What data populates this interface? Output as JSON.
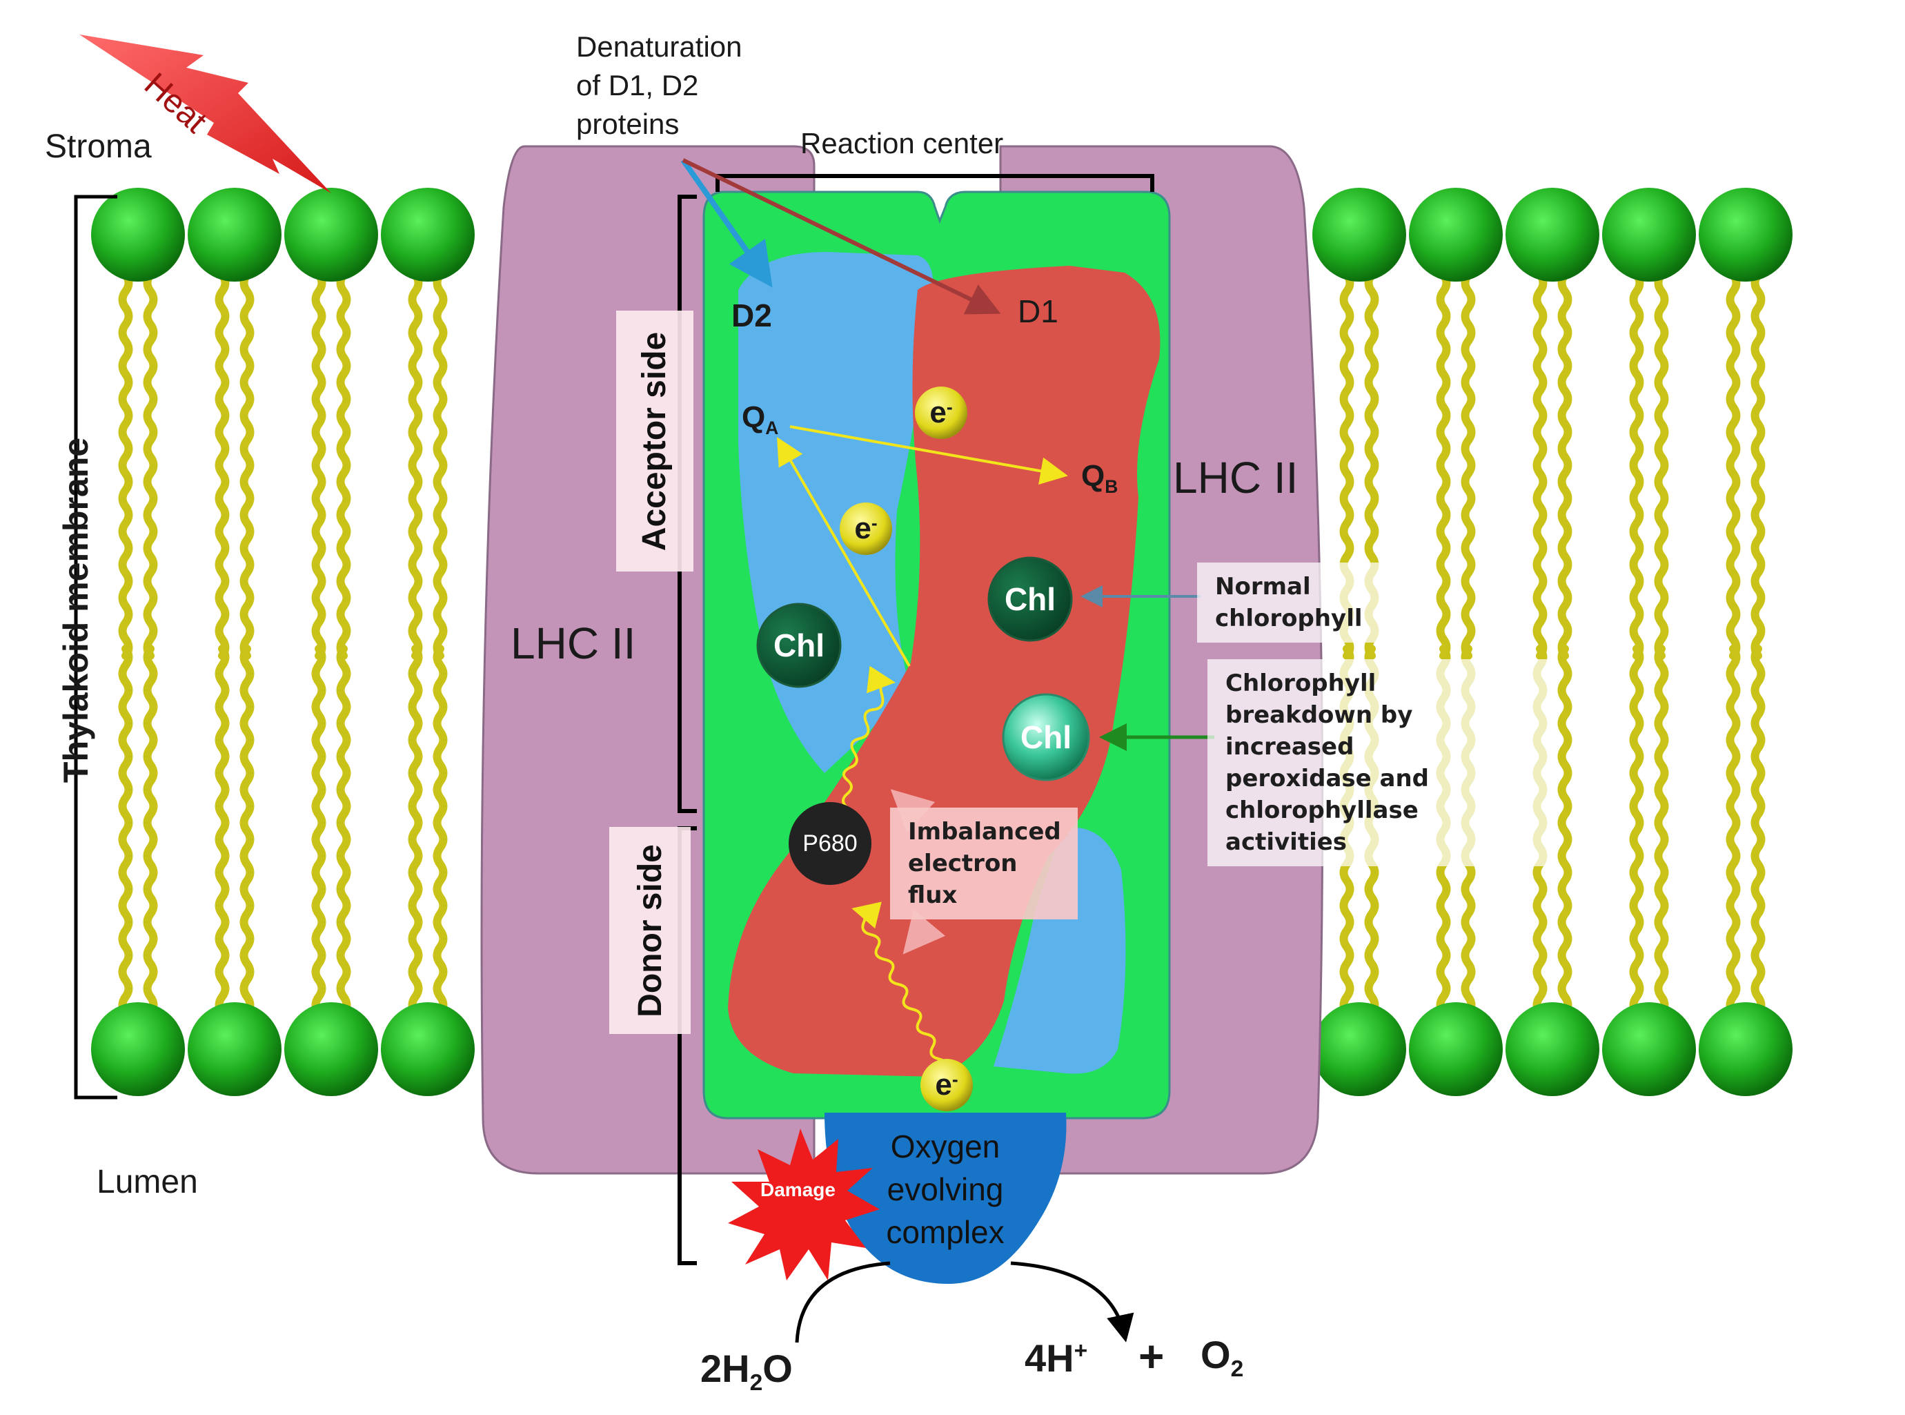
{
  "labels": {
    "heat": "Heat",
    "stroma": "Stroma",
    "lumen": "Lumen",
    "thylakoid_membrane": "Thylakoid membrane",
    "denaturation": [
      "Denaturation",
      "of D1, D2",
      "proteins"
    ],
    "reaction_center": "Reaction center",
    "lhc_left": "LHC II",
    "lhc_right": "LHC II",
    "acceptor_side": "Acceptor side",
    "donor_side": "Donor side",
    "d2": "D2",
    "d1": "D1",
    "qa": "Q",
    "qa_sub": "A",
    "qb": "Q",
    "qb_sub": "B",
    "electron": "e",
    "electron_sup": "-",
    "chl": "Chl",
    "p680": "P680",
    "imbalanced": [
      "Imbalanced",
      "electron",
      "flux"
    ],
    "normal_chlorophyll": [
      "Normal",
      "chlorophyll"
    ],
    "chlorophyll_breakdown": [
      "Chlorophyll",
      "breakdown by increased",
      "peroxidase and",
      "chlorophyllase activities"
    ],
    "oec": [
      "Oxygen",
      "evolving",
      "complex"
    ],
    "damage": "Damage",
    "water": "2H",
    "water_sub": "2",
    "water_end": "O",
    "protons": "4H",
    "protons_sup": "+",
    "plus": "+",
    "oxygen": "O",
    "oxygen_sub": "2"
  },
  "colors": {
    "lipid_head": "#1fae1f",
    "lipid_tail": "#c9c218",
    "lhc": "#c394b8",
    "green_core": "#22e05a",
    "d1": "#d9534a",
    "d2": "#5cb3ec",
    "oec": "#1874c6",
    "heat": "#ee3333",
    "chl_dark": "#0d5e38",
    "electron": "#e8e020",
    "arrow_yellow": "#f2e51c"
  }
}
